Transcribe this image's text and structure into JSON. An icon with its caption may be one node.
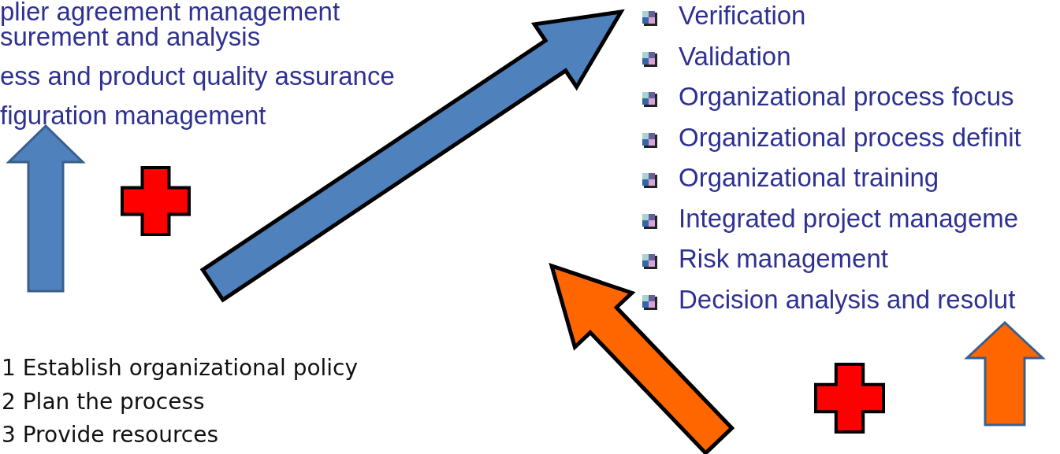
{
  "diagram": {
    "labels": [
      "plier agreement management",
      "surement and analysis",
      "ess and product quality assurance",
      "figuration management",
      "Verification",
      "Validation",
      "Organizational process focus",
      "Organizational process definit",
      "Organizational training",
      "Integrated project manageme",
      "Risk management",
      "Decision analysis and resolut",
      "1 Establish organizational policy",
      "2 Plan the process",
      "3 Provide resources"
    ]
  }
}
